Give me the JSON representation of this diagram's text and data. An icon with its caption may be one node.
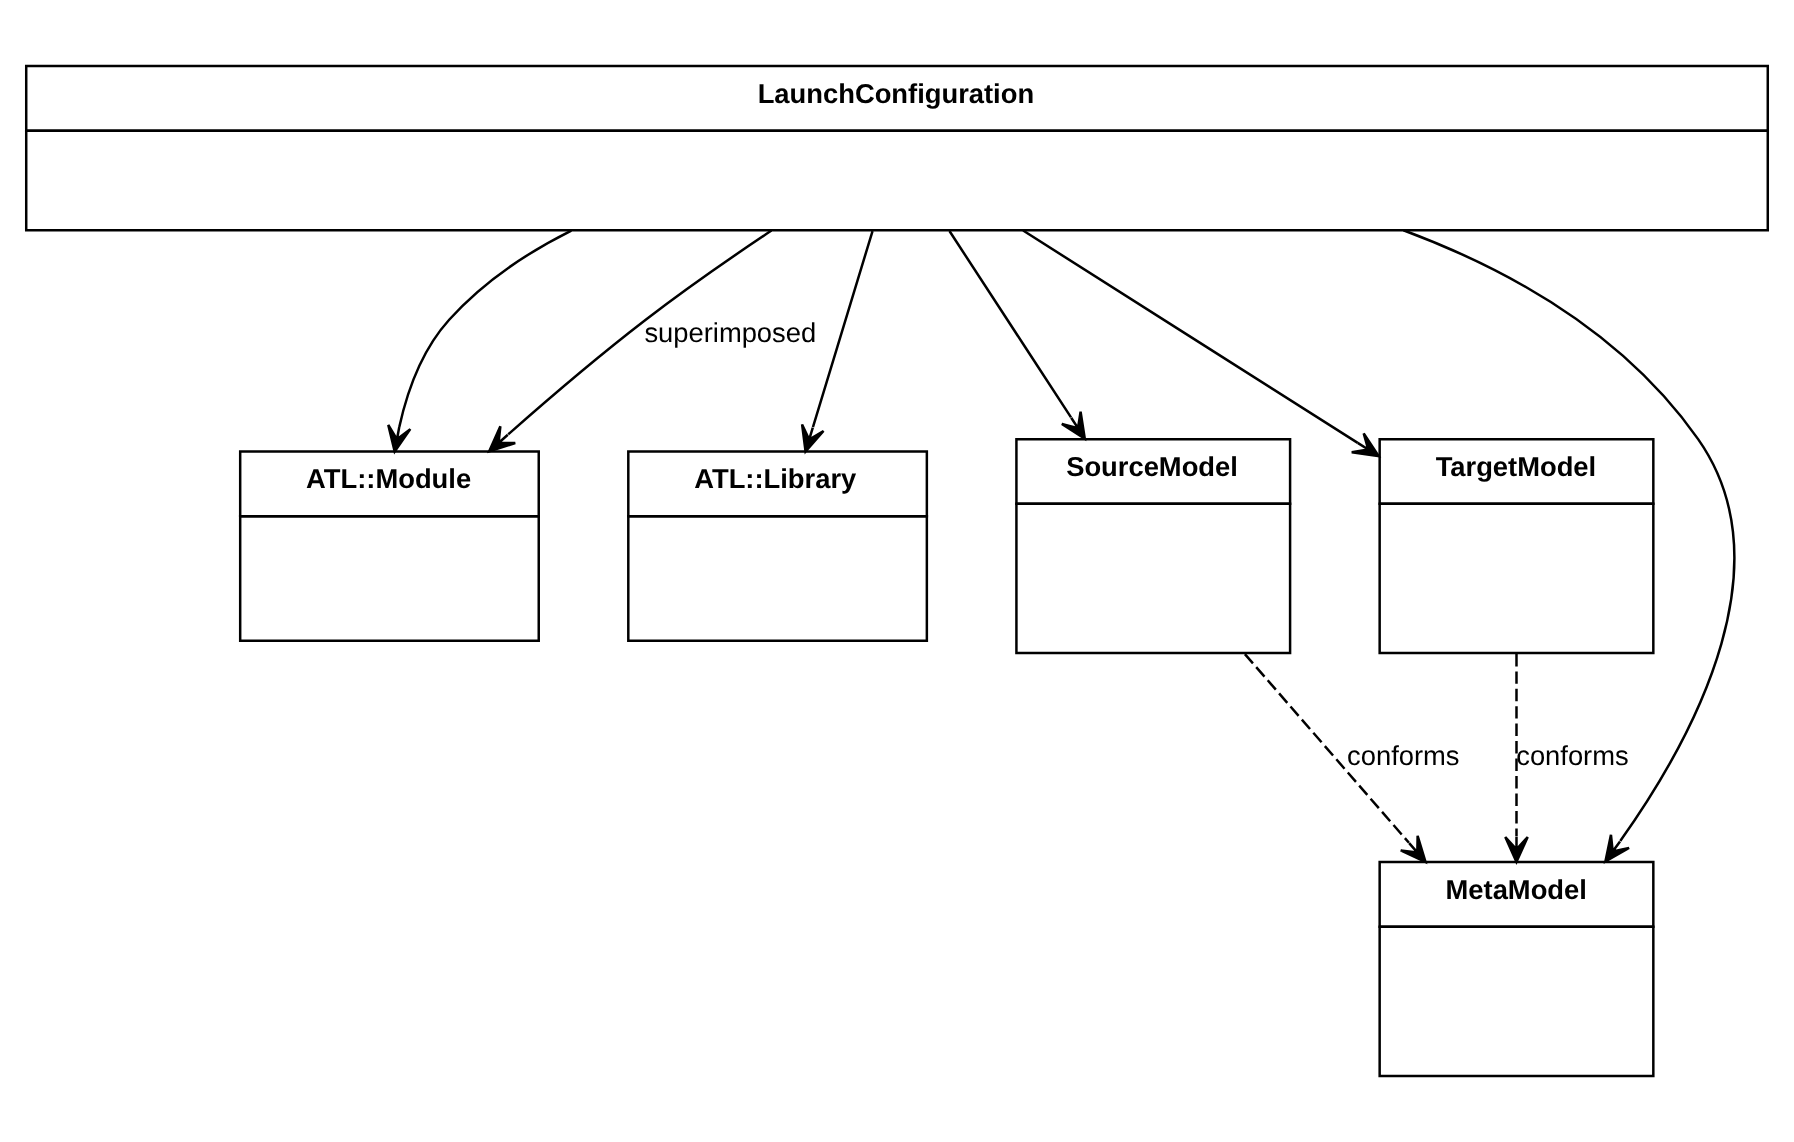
{
  "diagram": {
    "nodes": [
      {
        "text": [
          "LaunchConfiguration"
        ]
      },
      {
        "text": [
          "ATL::Module"
        ]
      },
      {
        "text": [
          "ATL::Library"
        ]
      },
      {
        "text": [
          "SourceModel"
        ]
      },
      {
        "text": [
          "TargetModel"
        ]
      },
      {
        "text": [
          "MetaModel"
        ]
      }
    ],
    "edges": [
      {
        "from": 0,
        "to": 1,
        "arrow": "to"
      },
      {
        "from": 0,
        "to": 1,
        "arrow": "to",
        "label": "superimposed"
      },
      {
        "from": 0,
        "to": 2,
        "arrow": "to"
      },
      {
        "from": 0,
        "to": 3,
        "arrow": "to"
      },
      {
        "from": 0,
        "to": 5,
        "arrow": "to"
      },
      {
        "from": 0,
        "to": 4,
        "arrow": "to"
      },
      {
        "from": 3,
        "to": 5,
        "arrow": "to",
        "label": "conforms",
        "style": "dashed"
      },
      {
        "from": 4,
        "to": 5,
        "arrow": "to",
        "label": "conforms",
        "style": "dashed"
      }
    ]
  }
}
